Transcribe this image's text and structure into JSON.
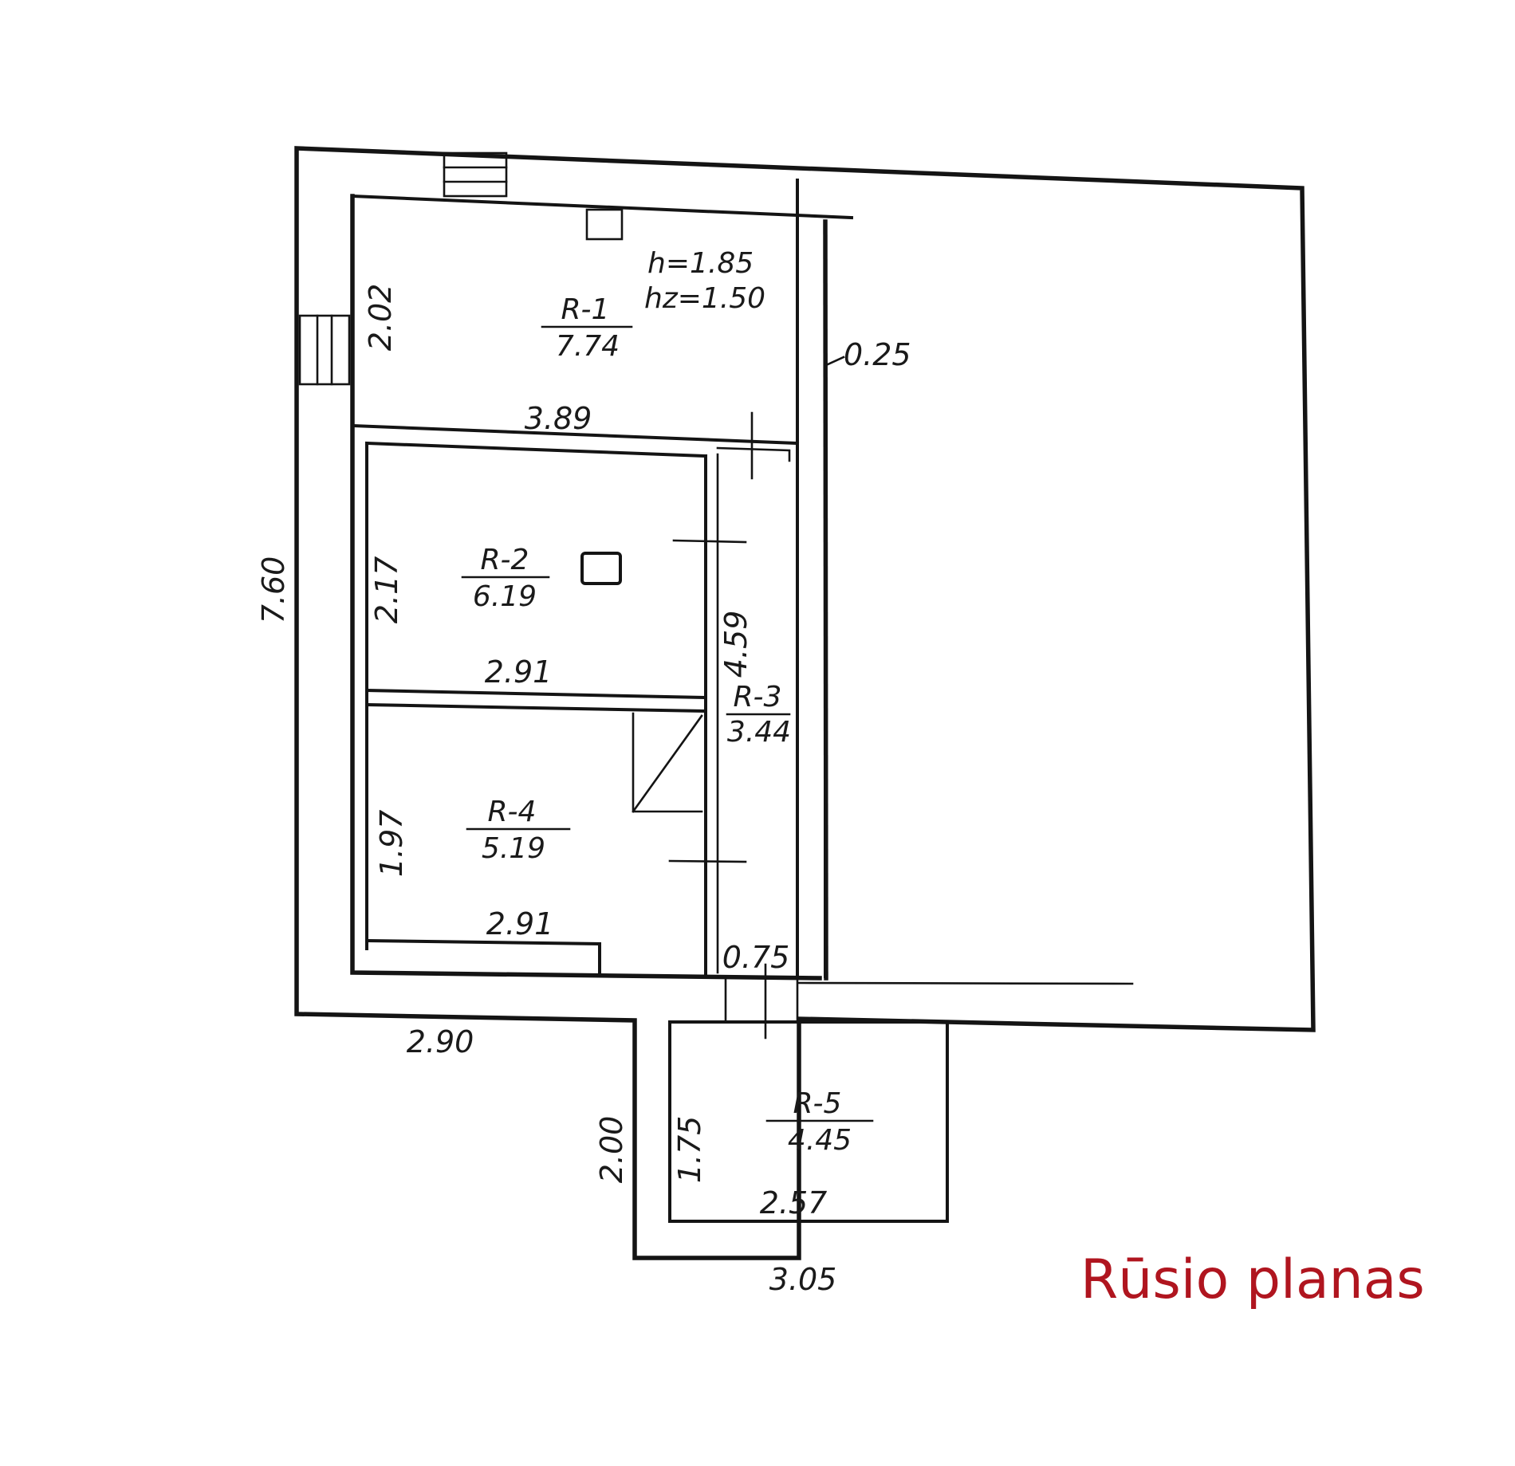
{
  "title": "Rūsio planas",
  "heights": {
    "h": "h=1.85",
    "hz": "hz=1.50"
  },
  "rooms": [
    {
      "id": "R-1",
      "area": "7.74"
    },
    {
      "id": "R-2",
      "area": "6.19"
    },
    {
      "id": "R-3",
      "area": "3.44"
    },
    {
      "id": "R-4",
      "area": "5.19"
    },
    {
      "id": "R-5",
      "area": "4.45"
    }
  ],
  "dimensions": {
    "r1_height": "2.02",
    "r1_width": "3.89",
    "wall_thickness": "0.25",
    "overall_height": "7.60",
    "r2_height": "2.17",
    "r2_width": "2.91",
    "r3_length": "4.59",
    "r4_height": "1.97",
    "r4_width": "2.91",
    "door_width": "0.75",
    "outer_width": "2.90",
    "r5_outer_height": "2.00",
    "r5_inner_height": "1.75",
    "r5_inner_width": "2.57",
    "r5_outer_width": "3.05"
  }
}
